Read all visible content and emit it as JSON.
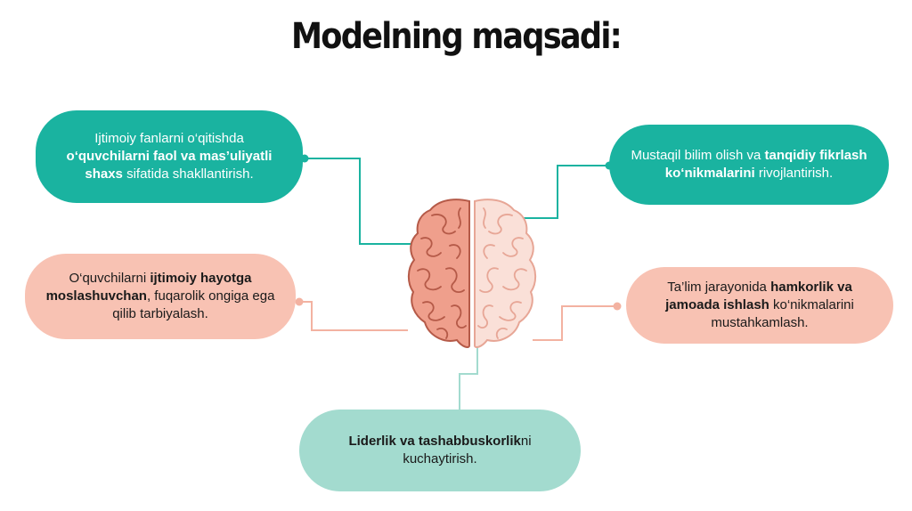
{
  "title": "Modelning maqsadi:",
  "colors": {
    "teal": "#1ab3a0",
    "salmon": "#f8c2b3",
    "mint": "#a3dbcf",
    "brain_left": "#ef9f8c",
    "brain_right": "#fae0d8",
    "brain_outline": "#b55a48"
  },
  "icons": {
    "center": "brain-icon"
  },
  "goals": {
    "top_left": {
      "pre": "Ijtimoiy fanlarni o‘qitishda ",
      "bold": "o‘quvchilarni faol va mas’uliyatli shaxs",
      "post": " sifatida shakllantirish."
    },
    "top_right": {
      "pre": "Mustaqil bilim olish va ",
      "bold": "tanqidiy fikrlash ko‘nikmalarini",
      "post": " rivojlantirish."
    },
    "middle_left": {
      "pre": "O‘quvchilarni ",
      "bold": "ijtimoiy hayotga moslashuvchan",
      "post": ", fuqarolik ongiga ega qilib tarbiyalash."
    },
    "middle_right": {
      "pre": "Ta’lim jarayonida ",
      "bold": "hamkorlik va jamoada ishlash",
      "post": " ko‘nikmalarini mustahkamlash."
    },
    "bottom": {
      "pre": "",
      "bold": "Liderlik va tashabbuskorlik",
      "post": "ni kuchaytirish."
    }
  }
}
